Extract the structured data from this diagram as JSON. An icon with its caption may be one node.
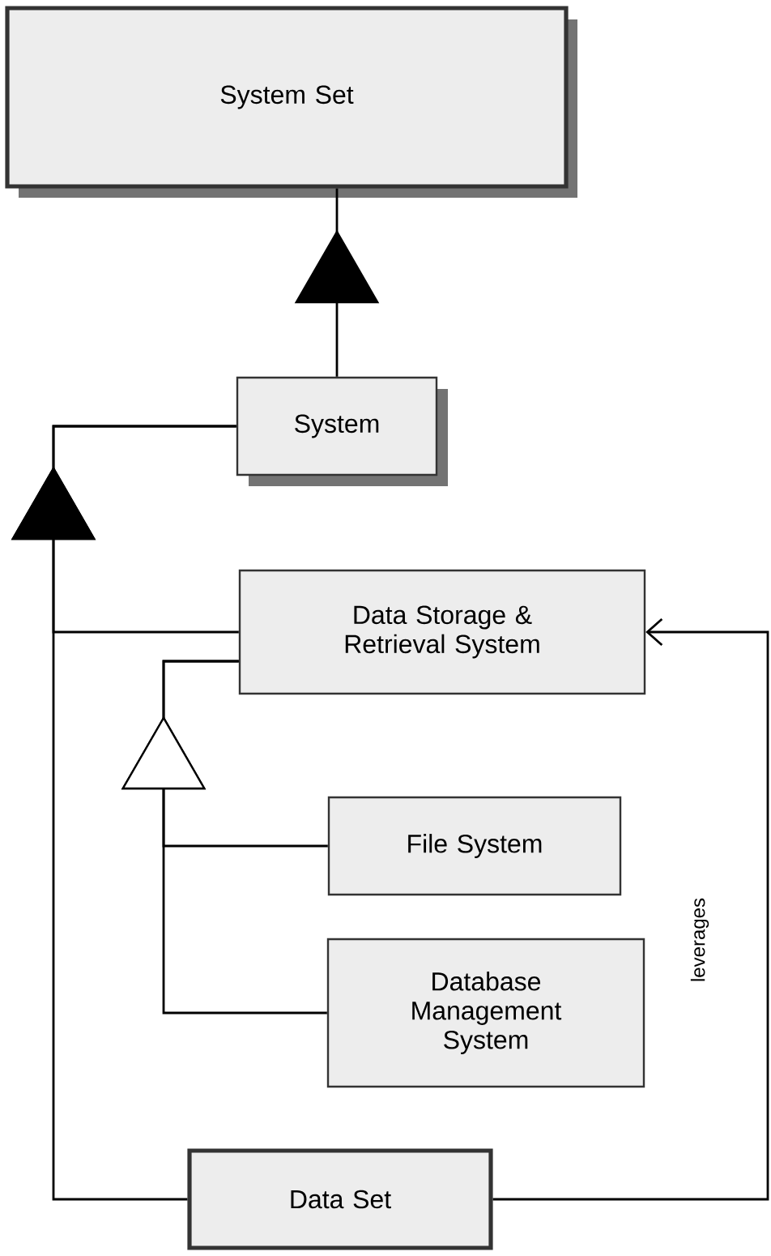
{
  "diagram": {
    "nodes": [
      {
        "text": [
          "System Set"
        ]
      },
      {
        "text": [
          "System"
        ]
      },
      {
        "text": [
          "Data Storage & Retrieval System"
        ]
      },
      {
        "text": [
          "File System"
        ]
      },
      {
        "text": [
          "Database Management System"
        ]
      },
      {
        "text": [
          "Data Set"
        ]
      }
    ],
    "edges": [
      {
        "from": 1,
        "to": 0,
        "arrow": "to"
      },
      {
        "from": 2,
        "to": 1,
        "arrow": "to"
      },
      {
        "from": 5,
        "to": 1,
        "arrow": "to"
      },
      {
        "from": 3,
        "to": 2,
        "arrow": "to"
      },
      {
        "from": 4,
        "to": 2,
        "arrow": "to"
      },
      {
        "from": 5,
        "to": 2,
        "arrow": "to",
        "label": "leverages"
      }
    ]
  }
}
